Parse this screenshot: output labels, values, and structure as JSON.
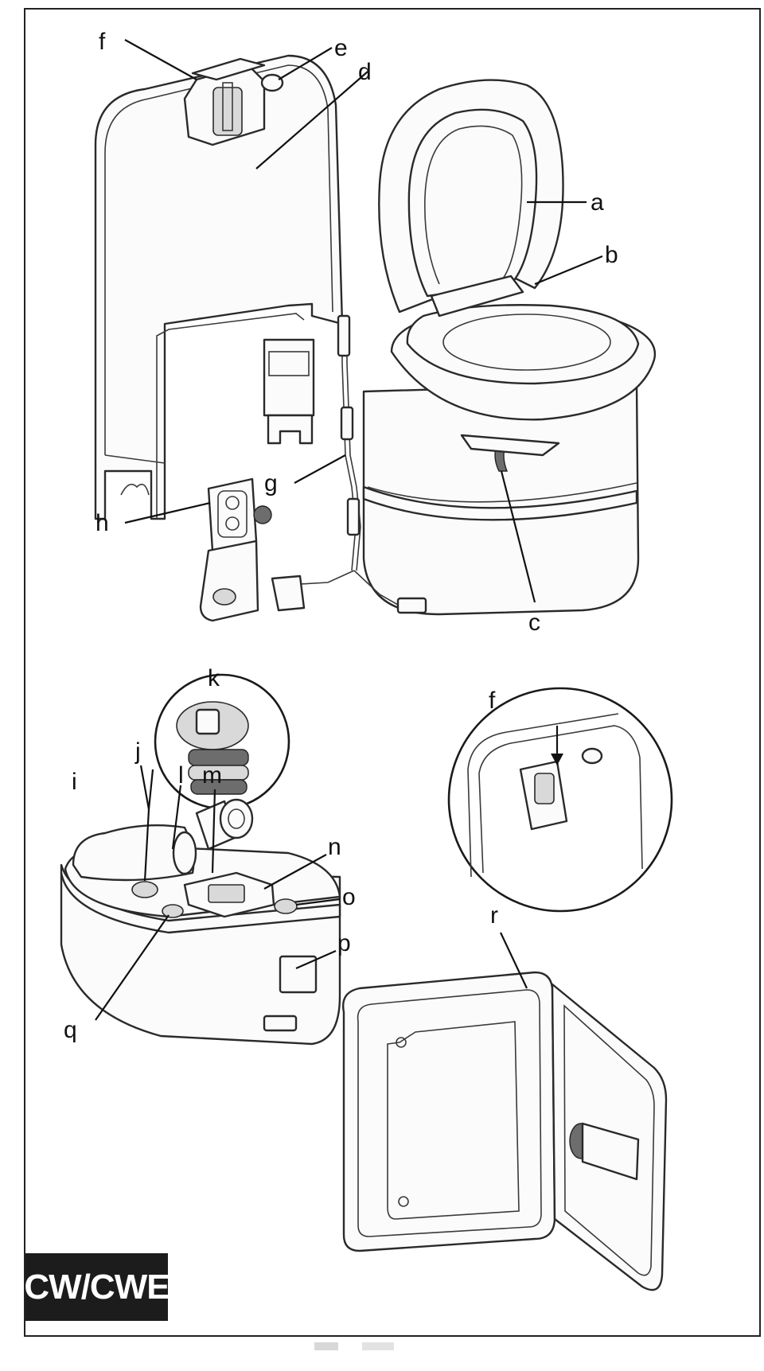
{
  "labels": {
    "a": "a",
    "b": "b",
    "c": "c",
    "d": "d",
    "e": "e",
    "f": "f",
    "f_detail": "f",
    "g": "g",
    "h": "h",
    "i": "i",
    "j": "j",
    "k": "k",
    "l": "l",
    "m": "m",
    "n": "n",
    "o": "o",
    "p": "p",
    "q": "q",
    "r": "r"
  },
  "model_badge": "CW/CWE",
  "colors": {
    "line": "#2a2a2a",
    "badge_bg": "#1c1c1c",
    "badge_text": "#ffffff"
  }
}
